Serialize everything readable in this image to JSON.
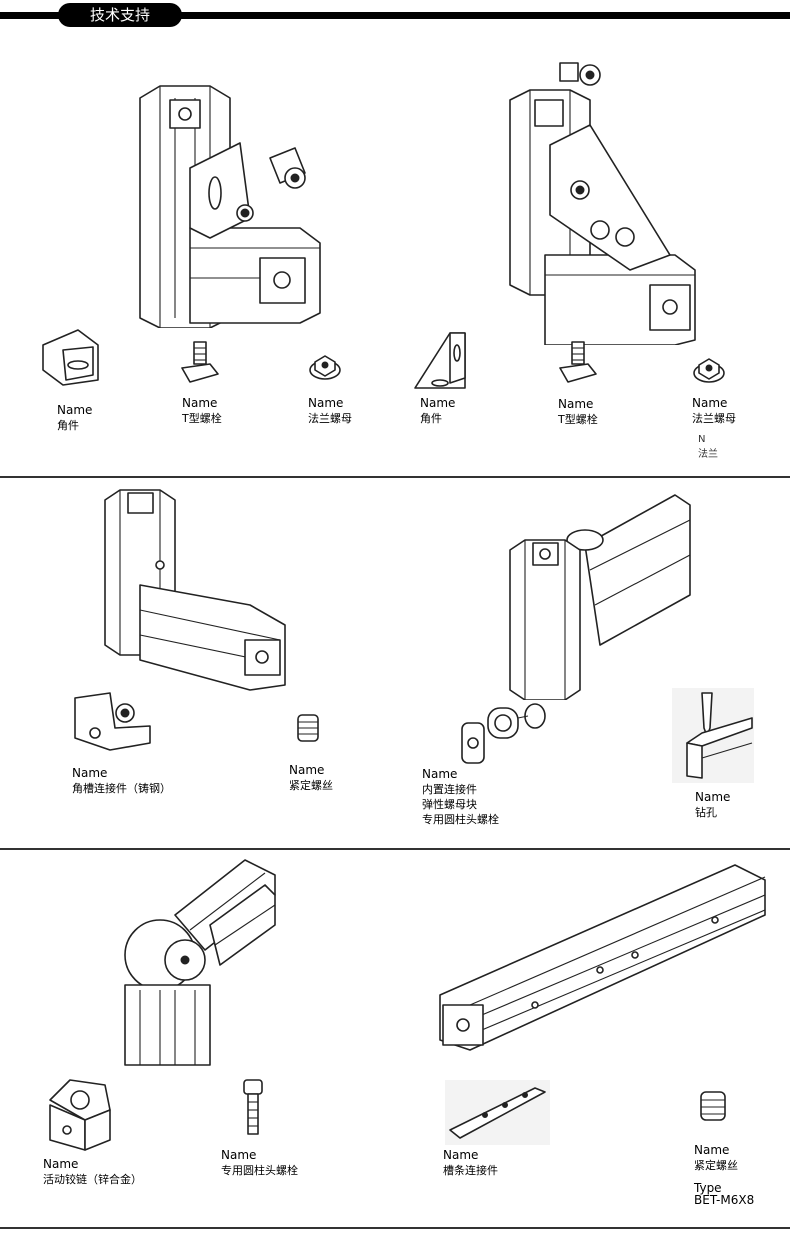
{
  "header": {
    "tab_title": "技术支持"
  },
  "section1": {
    "items": [
      {
        "name_label": "Name",
        "part": "角件"
      },
      {
        "name_label": "Name",
        "part": "T型螺栓"
      },
      {
        "name_label": "Name",
        "part": "法兰螺母"
      },
      {
        "name_label": "Name",
        "part": "角件"
      },
      {
        "name_label": "Name",
        "part": "T型螺栓"
      },
      {
        "name_label": "Name",
        "part": "法兰螺母"
      }
    ],
    "stray": {
      "line1": "N",
      "line2": "法兰"
    }
  },
  "section2": {
    "items": [
      {
        "name_label": "Name",
        "part": "角槽连接件（铸钢）"
      },
      {
        "name_label": "Name",
        "part": "紧定螺丝"
      },
      {
        "name_label": "Name",
        "part_lines": [
          "内置连接件",
          "弹性螺母块",
          "专用圆柱头螺栓"
        ]
      },
      {
        "name_label": "Name",
        "part": "钻孔"
      }
    ]
  },
  "section3": {
    "items": [
      {
        "name_label": "Name",
        "part": "活动铰链（锌合金）"
      },
      {
        "name_label": "Name",
        "part": "专用圆柱头螺栓"
      },
      {
        "name_label": "Name",
        "part": "槽条连接件"
      },
      {
        "name_label": "Name",
        "part": "紧定螺丝",
        "type_label": "Type",
        "type_value": "BET-M6X8"
      }
    ]
  }
}
